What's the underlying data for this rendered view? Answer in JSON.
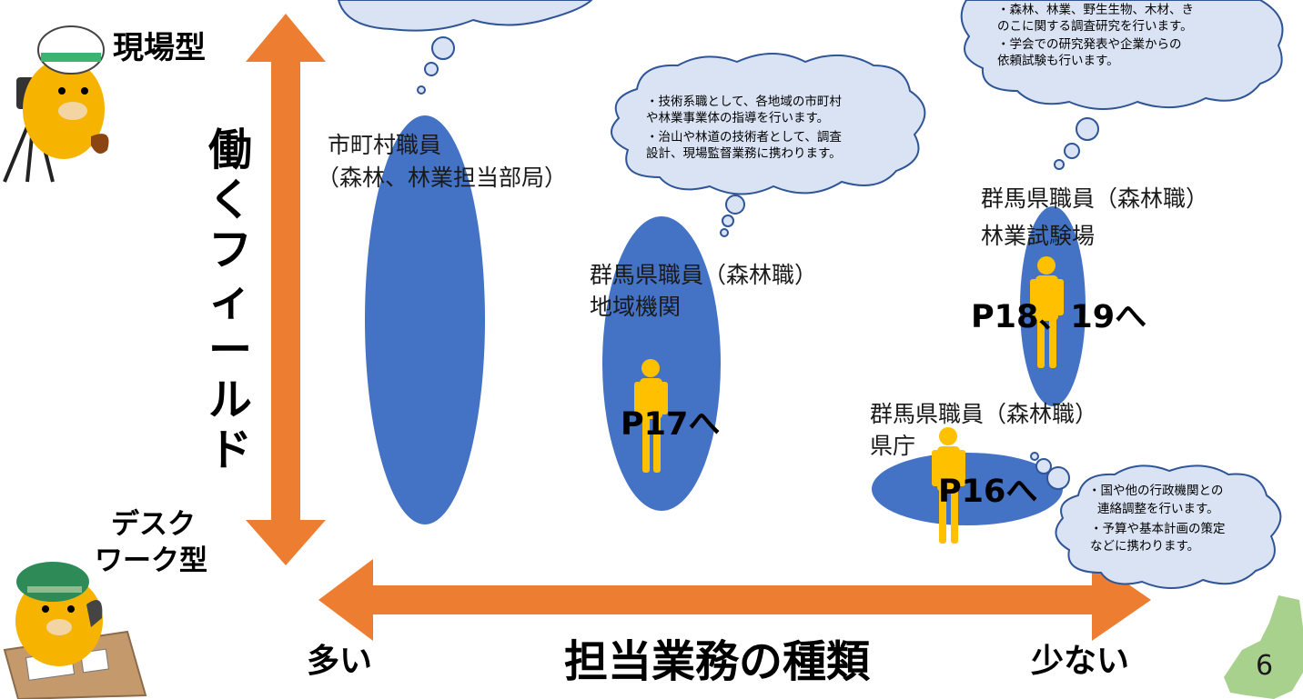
{
  "axes": {
    "vertical_top": "現場型",
    "vertical_bottom": [
      "デスク",
      "ワーク型"
    ],
    "vertical_title": "働くフィールド",
    "horizontal_left": "多い",
    "horizontal_right": "少ない",
    "horizontal_title": "担当業務の種類"
  },
  "nodes": {
    "municipal": [
      "市町村職員",
      "（森林、林業担当部局）"
    ],
    "regional": [
      "群馬県職員（森林職）",
      "地域機関"
    ],
    "experiment": [
      "群馬県職員（森林職）",
      "林業試験場"
    ],
    "prefectural": [
      "群馬県職員（森林職）",
      "県庁"
    ]
  },
  "page_refs": {
    "regional": "P17へ",
    "experiment": "P18、19へ",
    "prefectural": "P16へ"
  },
  "clouds": {
    "regional": [
      "・技術系職として、各地域の市町村",
      "や林業事業体の指導を行います。",
      "・治山や林道の技術者として、調査",
      "設計、現場監督業務に携わります。"
    ],
    "experiment": [
      "・森林、林業、野生生物、木材、き",
      "のこに関する調査研究を行います。",
      "・学会での研究発表や企業からの",
      "依頼試験も行います。"
    ],
    "prefectural": [
      "・国や他の行政機関との",
      "連絡調整を行います。",
      "・予算や基本計画の策定",
      "などに携わります。"
    ]
  },
  "page_number": "6",
  "colors": {
    "arrow": "#ED7D31",
    "ellipse": "#4472C4",
    "cloud_fill": "#DAE3F3",
    "cloud_stroke": "#2F5597",
    "silhouette": "#FFC000",
    "map": "#A9D18E"
  }
}
